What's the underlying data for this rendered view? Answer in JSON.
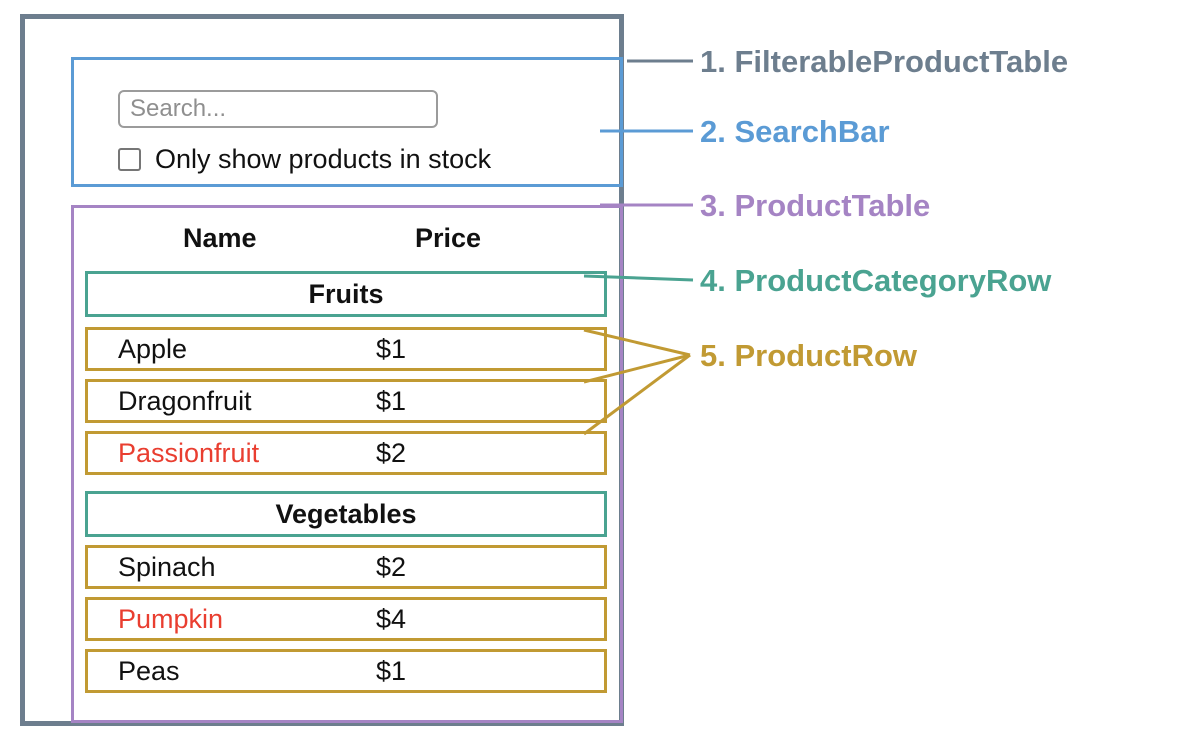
{
  "colors": {
    "filterable_product_table": "#6d7e8e",
    "search_bar": "#5b9bd5",
    "product_table": "#a584c4",
    "product_category_row": "#4aa391",
    "product_row": "#c19a33",
    "out_of_stock_text": "#e93e30",
    "text": "#111111"
  },
  "search": {
    "placeholder": "Search...",
    "checkbox_label": "Only show products in stock"
  },
  "table": {
    "columns": {
      "name": "Name",
      "price": "Price"
    },
    "sections": [
      {
        "category": "Fruits",
        "rows": [
          {
            "name": "Apple",
            "price": "$1",
            "in_stock": true
          },
          {
            "name": "Dragonfruit",
            "price": "$1",
            "in_stock": true
          },
          {
            "name": "Passionfruit",
            "price": "$2",
            "in_stock": false
          }
        ]
      },
      {
        "category": "Vegetables",
        "rows": [
          {
            "name": "Spinach",
            "price": "$2",
            "in_stock": true
          },
          {
            "name": "Pumpkin",
            "price": "$4",
            "in_stock": false
          },
          {
            "name": "Peas",
            "price": "$1",
            "in_stock": true
          }
        ]
      }
    ]
  },
  "legend": [
    {
      "label": "1. FilterableProductTable"
    },
    {
      "label": "2. SearchBar"
    },
    {
      "label": "3. ProductTable"
    },
    {
      "label": "4. ProductCategoryRow"
    },
    {
      "label": "5. ProductRow"
    }
  ]
}
